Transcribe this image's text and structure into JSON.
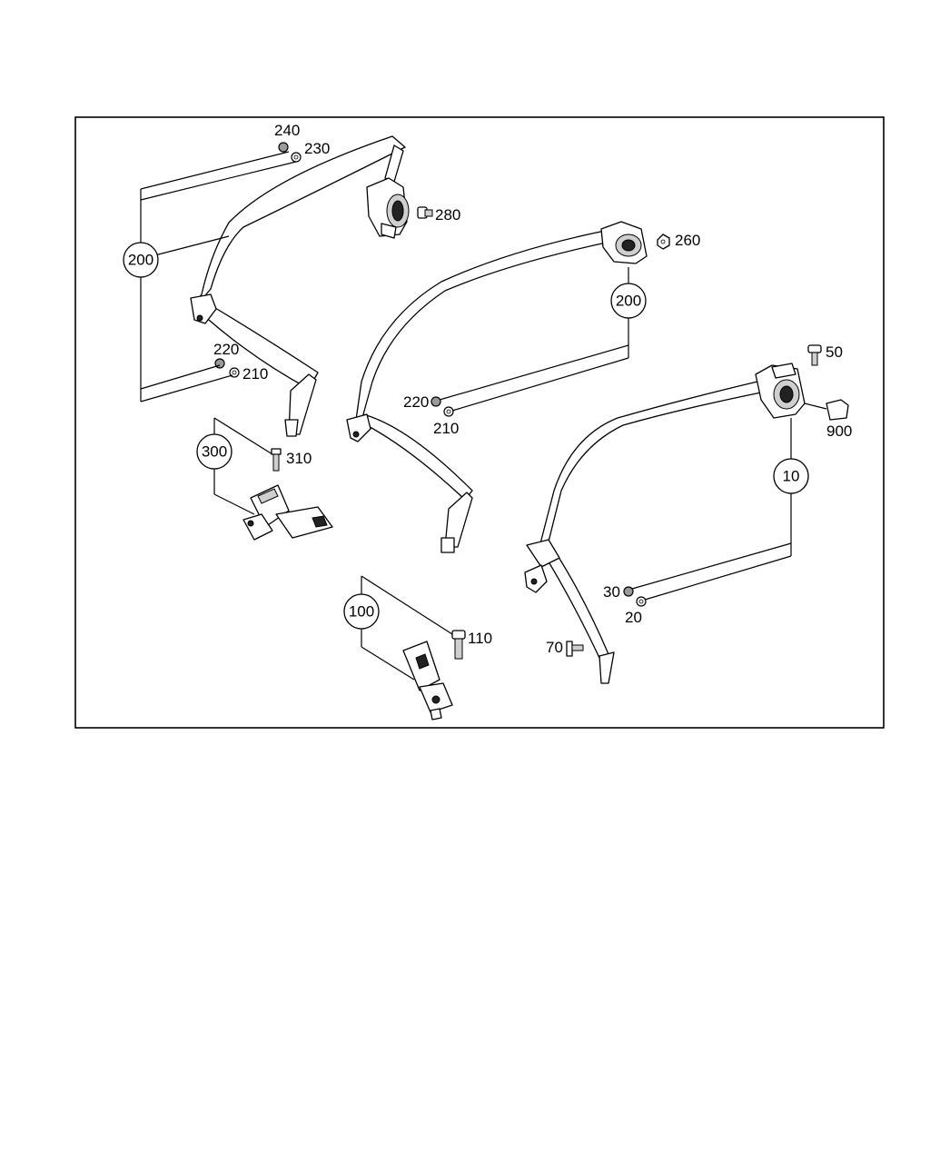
{
  "callouts": {
    "c240": "240",
    "c230": "230",
    "c280": "280",
    "c260": "260",
    "c220a": "220",
    "c210a": "210",
    "c220b": "220",
    "c210b": "210",
    "c50": "50",
    "c900": "900",
    "c310": "310",
    "c110": "110",
    "c70": "70",
    "c30": "30",
    "c20": "20"
  },
  "bubbles": {
    "b200a": "200",
    "b200b": "200",
    "b300": "300",
    "b10": "10",
    "b100": "100"
  }
}
